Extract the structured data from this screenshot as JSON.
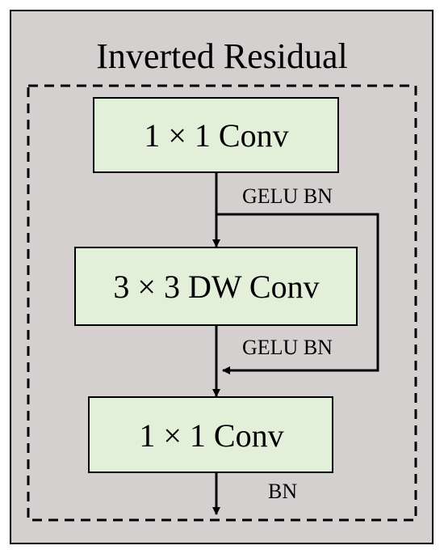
{
  "diagram": {
    "title": "Inverted Residual",
    "blocks": [
      {
        "label": "1 × 1 Conv"
      },
      {
        "label": "3 × 3 DW Conv"
      },
      {
        "label": "1 × 1 Conv"
      }
    ],
    "edge_labels": [
      "GELU BN",
      "GELU BN",
      "BN"
    ]
  },
  "colors": {
    "outer_background": "#d4d0cf",
    "block_fill": "#e2f0d9",
    "stroke": "#000000"
  }
}
